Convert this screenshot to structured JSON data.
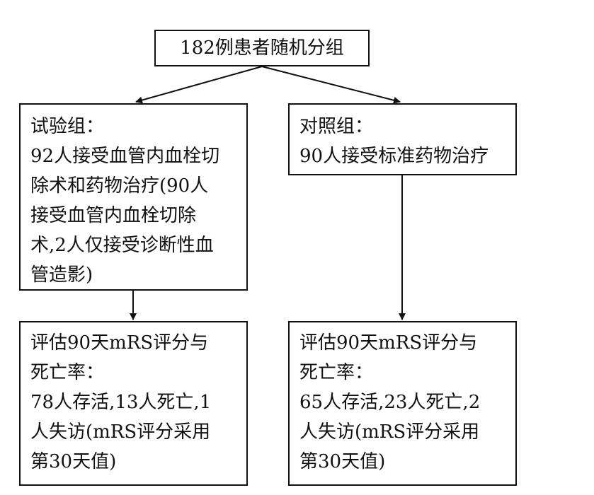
{
  "top": {
    "title": "182例患者随机分组"
  },
  "experimental": {
    "lines": [
      "试验组：",
      "92人接受血管内血栓切",
      "除术和药物治疗(90人",
      "接受血管内血栓切除",
      "术,2人仅接受诊断性血",
      "管造影)"
    ]
  },
  "control": {
    "lines": [
      "对照组：",
      "90人接受标准药物治疗"
    ]
  },
  "experimental_outcome": {
    "lines": [
      "评估90天mRS评分与",
      "死亡率：",
      "78人存活,13人死亡,1",
      "人失访(mRS评分采用",
      "第30天值)"
    ]
  },
  "control_outcome": {
    "lines": [
      "评估90天mRS评分与",
      "死亡率：",
      "65人存活,23人死亡,2",
      "人失访(mRS评分采用",
      "第30天值)"
    ]
  }
}
